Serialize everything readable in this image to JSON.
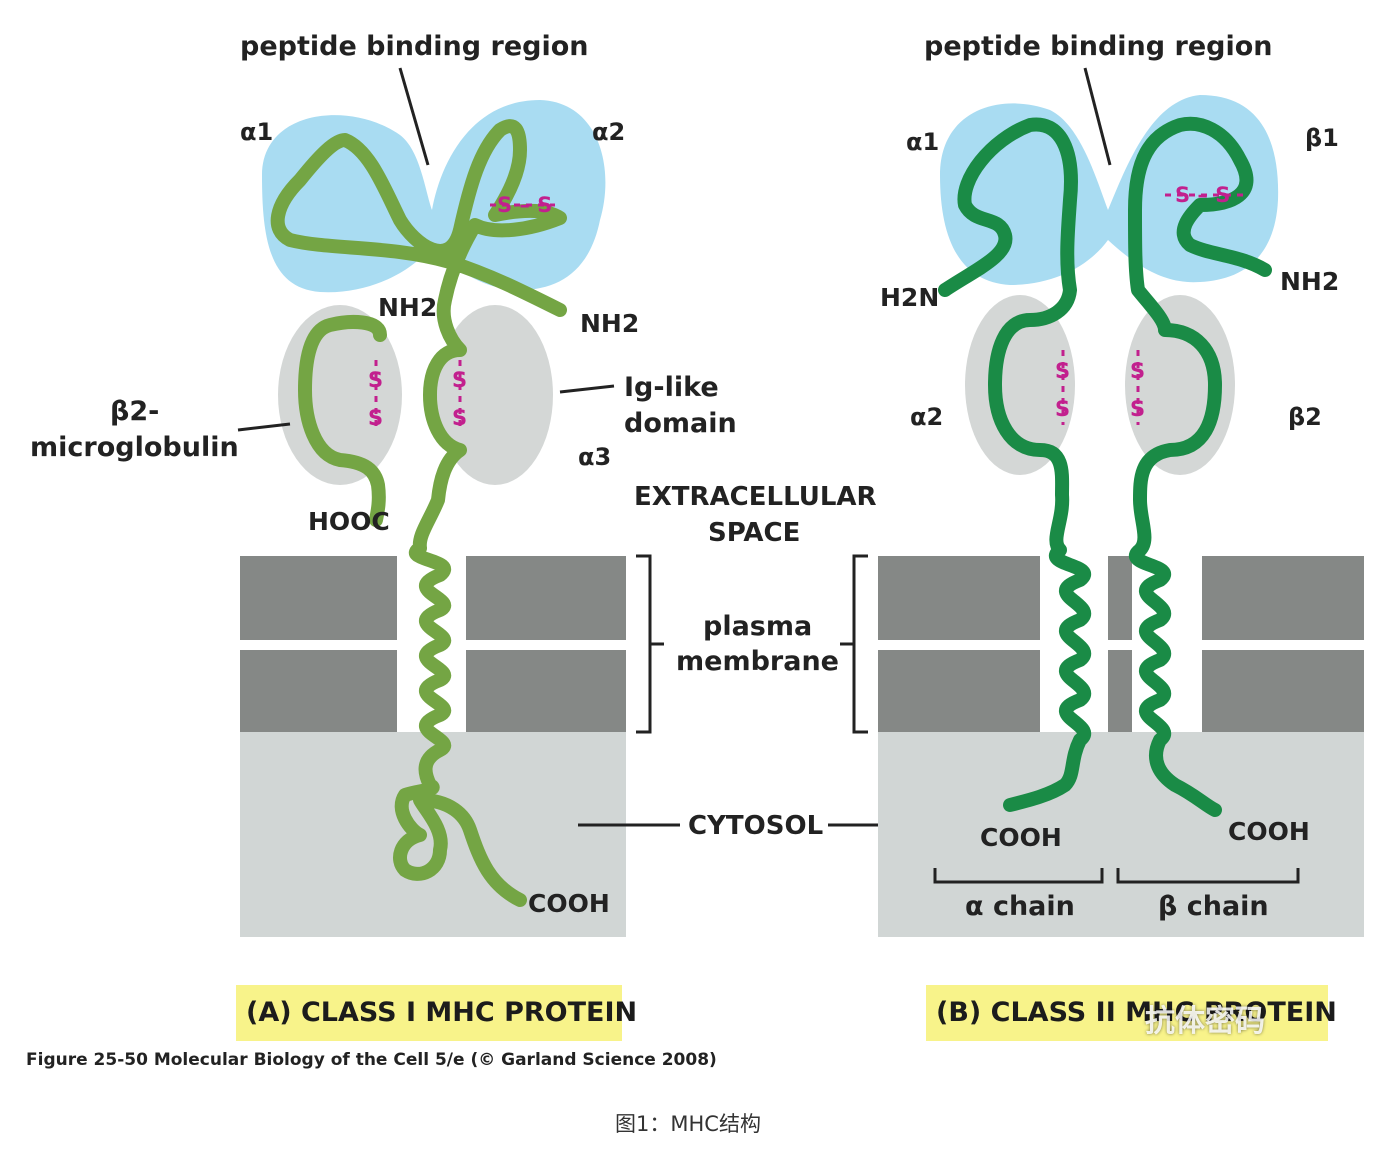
{
  "colors": {
    "class1_chain": "#74a544",
    "class2_chain": "#1a8b46",
    "binding_region": "#a9dcf2",
    "ig_domain": "#d4d7d6",
    "membrane": "#858886",
    "cytosol": "#d1d6d5",
    "disulfide": "#c2208e",
    "caption_box": "#f8f38a"
  },
  "class1": {
    "peptide_label": "peptide binding region",
    "alpha1": "α1",
    "alpha2": "α2",
    "alpha3": "α3",
    "nh2_beta2m": "NH2",
    "nh2_alpha": "NH2",
    "hooc": "HOOC",
    "cooh": "COOH",
    "beta2_label_line1": "β2-",
    "beta2_label_line2": "microglobulin",
    "ig_label_line1": "Ig-like",
    "ig_label_line2": "domain",
    "ss_top": "S – S",
    "ss_s": "S"
  },
  "middle": {
    "extracellular_line1": "EXTRACELLULAR",
    "extracellular_line2": "SPACE",
    "membrane_line1": "plasma",
    "membrane_line2": "membrane",
    "cytosol": "CYTOSOL"
  },
  "class2": {
    "peptide_label": "peptide binding region",
    "alpha1": "α1",
    "beta1": "β1",
    "alpha2": "α2",
    "beta2": "β2",
    "h2n": "H2N",
    "nh2": "NH2",
    "cooh_alpha": "COOH",
    "cooh_beta": "COOH",
    "alpha_chain": "α chain",
    "beta_chain": "β chain",
    "ss_top": "S – S",
    "ss_s": "S"
  },
  "captions": {
    "a": "(A)  CLASS I MHC PROTEIN",
    "b": "(B)  CLASS II MHC PROTEIN",
    "credit": "Figure 25-50  Molecular Biology of the Cell 5/e (© Garland Science 2008)",
    "figure": "图1：MHC结构",
    "watermark": "抗体密码"
  }
}
